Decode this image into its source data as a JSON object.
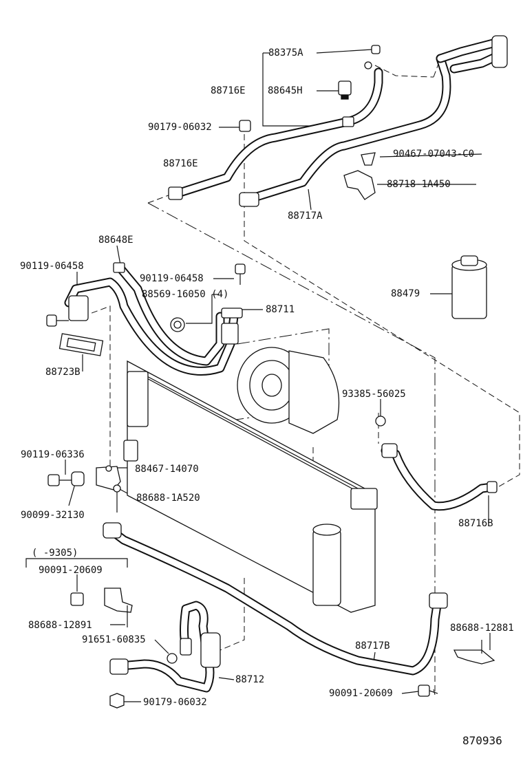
{
  "labels": {
    "p88375A": "88375A",
    "p88716E_top": "88716E",
    "p88645H": "88645H",
    "p90179_top": "90179-06032",
    "p88716E": "88716E",
    "p90467": "90467-07043-C0",
    "p88718": "88718-1A450",
    "p88717A": "88717A",
    "p88648E": "88648E",
    "p90119_a": "90119-06458",
    "p90119_b": "90119-06458",
    "p88569": "88569-16050 (4)",
    "p88711": "88711",
    "p88479": "88479",
    "p88723B": "88723B",
    "p93385": "93385-56025",
    "p90119_c": "90119-06336",
    "p88467": "88467-14070",
    "p88688_a": "88688-1A520",
    "p90099": "90099-32130",
    "p88716B": "88716B",
    "p9305": "(     -9305)",
    "p90091_a": "90091-20609",
    "p88688_b": "88688-12891",
    "p88688_c": "88688-12881",
    "p91651": "91651-60835",
    "p88717B": "88717B",
    "p88712": "88712",
    "p90091_b": "90091-20609",
    "p90179_bot": "90179-06032",
    "figure_number": "870936"
  }
}
